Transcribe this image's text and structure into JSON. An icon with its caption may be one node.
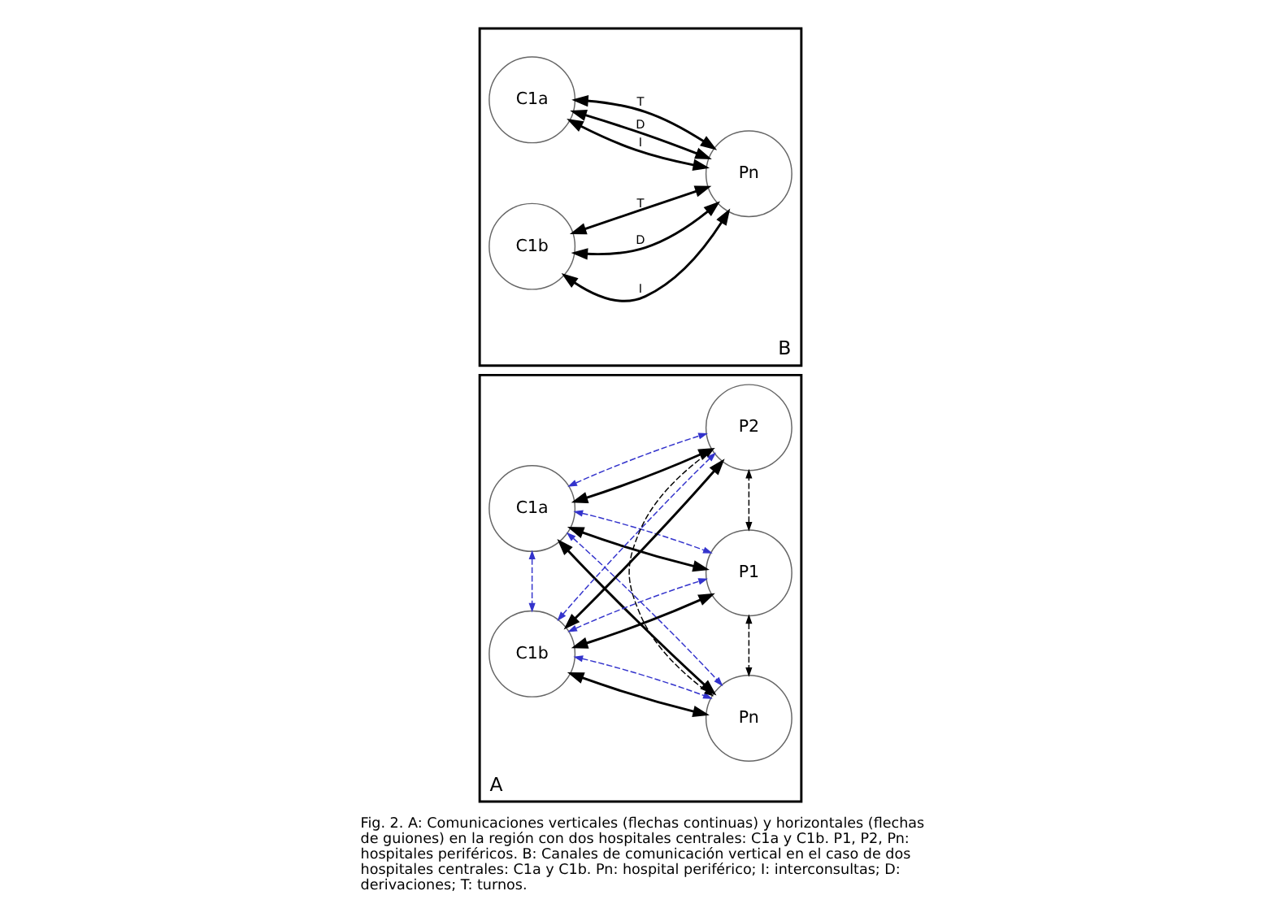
{
  "diagram": {
    "caption": "Fig. 2. A: Comunicaciones verticales (flechas continuas) y horizontales (flechas de guiones) en la región con dos hospitales centrales: C1a y C1b. P1, P2, Pn: hospitales periféricos. B: Canales de comunicación vertical en el caso de dos hospitales centrales: C1a y C1b. Pn: hospital periférico; I: interconsultas; D: derivaciones; T: turnos.",
    "nodes": [
      {
        "text": [
          "A"
        ]
      },
      {
        "text": [
          "C1a"
        ],
        "in": 0
      },
      {
        "text": [
          "C1b"
        ],
        "in": 0
      },
      {
        "text": [
          "P1"
        ],
        "in": 0
      },
      {
        "text": [
          "P2"
        ],
        "in": 0
      },
      {
        "text": [
          "Pn"
        ],
        "in": 0
      },
      {
        "text": [
          "B"
        ]
      },
      {
        "text": [
          "C1a"
        ],
        "in": 6
      },
      {
        "text": [
          "C1b"
        ],
        "in": 6
      },
      {
        "text": [
          "Pn"
        ],
        "in": 6
      }
    ],
    "edges": [
      {
        "from": 1,
        "to": 3,
        "arrow": "both"
      },
      {
        "from": 1,
        "to": 4,
        "arrow": "both"
      },
      {
        "from": 1,
        "to": 5,
        "arrow": "both"
      },
      {
        "from": 2,
        "to": 3,
        "arrow": "both"
      },
      {
        "from": 2,
        "to": 4,
        "arrow": "both"
      },
      {
        "from": 2,
        "to": 5,
        "arrow": "both"
      },
      {
        "from": 1,
        "to": 2,
        "arrow": "both",
        "style": "dashed",
        "color": "#3333cc"
      },
      {
        "from": 1,
        "to": 3,
        "arrow": "both",
        "style": "dashed",
        "color": "#3333cc"
      },
      {
        "from": 1,
        "to": 4,
        "arrow": "both",
        "style": "dashed",
        "color": "#3333cc"
      },
      {
        "from": 1,
        "to": 5,
        "arrow": "both",
        "style": "dashed",
        "color": "#3333cc"
      },
      {
        "from": 2,
        "to": 3,
        "arrow": "both",
        "style": "dashed",
        "color": "#3333cc"
      },
      {
        "from": 2,
        "to": 4,
        "arrow": "both",
        "style": "dashed",
        "color": "#3333cc"
      },
      {
        "from": 2,
        "to": 5,
        "arrow": "both",
        "style": "dashed",
        "color": "#3333cc"
      },
      {
        "from": 3,
        "to": 4,
        "arrow": "both",
        "style": "dashed"
      },
      {
        "from": 3,
        "to": 5,
        "arrow": "both",
        "style": "dashed"
      },
      {
        "from": 4,
        "to": 5,
        "arrow": "both",
        "style": "dashed"
      },
      {
        "from": 7,
        "to": 9,
        "arrow": "both",
        "label": "I"
      },
      {
        "from": 7,
        "to": 9,
        "arrow": "both",
        "label": "D"
      },
      {
        "from": 7,
        "to": 9,
        "arrow": "both",
        "label": "T"
      },
      {
        "from": 8,
        "to": 9,
        "arrow": "both",
        "label": "I"
      },
      {
        "from": 8,
        "to": 9,
        "arrow": "both",
        "label": "D"
      },
      {
        "from": 8,
        "to": 9,
        "arrow": "both",
        "label": "T"
      }
    ]
  }
}
